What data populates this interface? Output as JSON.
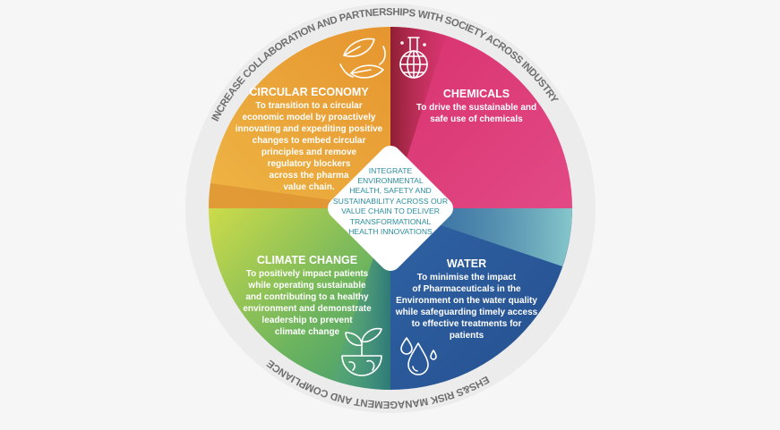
{
  "ring": {
    "top": "INCREASE COLLABORATION AND PARTNERSHIPS WITH SOCIETY ACROSS INDUSTRY",
    "bottom": "EHS&S RISK MANAGEMENT AND COMPLIANCE"
  },
  "center": {
    "lines": [
      "INTEGRATE",
      "ENVIRONMENTAL",
      "HEALTH, SAFETY AND",
      "SUSTAINABILITY ACROSS OUR",
      "VALUE CHAIN TO DELIVER",
      "TRANSFORMATIONAL",
      "HEALTH INNOVATIONS"
    ]
  },
  "segments": {
    "circular": {
      "title": "CIRCULAR ECONOMY",
      "lines": [
        "To transition to a circular",
        "economic model by proactively",
        "innovating and expediting positive",
        "changes to embed circular",
        "principles and remove",
        "regulatory blockers",
        "across the pharma",
        "value chain."
      ],
      "icon": "leaves-icon"
    },
    "chemicals": {
      "title": "CHEMICALS",
      "lines": [
        "To drive the sustainable and",
        "safe use of chemicals"
      ],
      "icon": "flask-globe-icon"
    },
    "climate": {
      "title": "CLIMATE CHANGE",
      "lines": [
        "To positively impact patients",
        "while operating sustainable",
        "and contributing to a healthy",
        "environment and demonstrate",
        "leadership to prevent",
        "climate change"
      ],
      "icon": "plant-globe-icon"
    },
    "water": {
      "title": "WATER",
      "lines": [
        "To minimise the impact",
        "of Pharmaceuticals in the",
        "Environment on the water quality",
        "while safeguarding timely access",
        "to effective treatments for",
        "patients"
      ],
      "icon": "water-drops-icon"
    }
  },
  "colors": {
    "orange": "#e9a13c",
    "pink": "#de3d7b",
    "blue": "#2b5a9b",
    "green": "#7cb85c",
    "teal": "#7cc0c6",
    "darkred": "#9c2637"
  }
}
